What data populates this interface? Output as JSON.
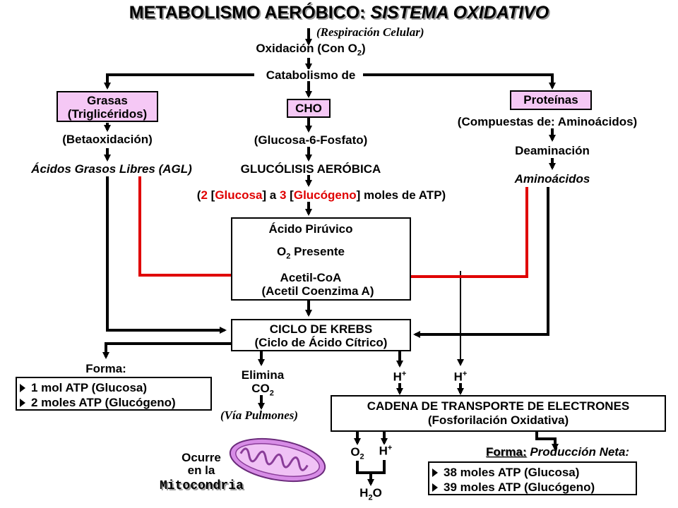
{
  "title_main": "METABOLISMO AERÓBICO: ",
  "title_italic": "SISTEMA OXIDATIVO",
  "respiracion": "(Respiración Celular)",
  "oxidacion_prefix": "Oxidación (Con O",
  "oxidacion_sub": "2",
  "oxidacion_suffix": ")",
  "catabolismo": "Catabolismo de",
  "grasas": {
    "box_line1": "Grasas",
    "box_line2": "(Triglicéridos)",
    "process": "(Betaoxidación)",
    "product": "Ácidos Grasos Libres (AGL)"
  },
  "cho": {
    "box": "CHO",
    "intermediate": "(Glucosa-6-Fosfato)",
    "process": "GLUCÓLISIS AERÓBICA",
    "atp_open": "(",
    "atp_n1": "2",
    "atp_sp1": " [",
    "atp_glucosa": "Glucosa",
    "atp_mid": "] a ",
    "atp_n2": "3",
    "atp_sp2": " [",
    "atp_glucogeno": "Glucógeno",
    "atp_close": "] moles de ATP)"
  },
  "proteinas": {
    "box": "Proteínas",
    "composition": "(Compuestas de: Aminoácidos)",
    "process": "Deaminación",
    "product": "Aminoácidos"
  },
  "piruvico_box": {
    "line1": "Ácido Pirúvico",
    "o2_prefix": "O",
    "o2_sub": "2",
    "o2_suffix": " Presente",
    "acetil": "Acetil-CoA",
    "acetil_full": "(Acetil Coenzima A)"
  },
  "krebs": {
    "line1": "CICLO DE KREBS",
    "line2": "(Ciclo de Ácido Cítrico)"
  },
  "forma_left": {
    "label": "Forma:",
    "items": [
      "1 mol ATP (Glucosa)",
      "2 moles ATP (Glucógeno)"
    ]
  },
  "elimina": {
    "line1": "Elimina",
    "co2_prefix": "CO",
    "co2_sub": "2",
    "via": "(Vía Pulmones)"
  },
  "h_label": "H",
  "h_sup": "+",
  "cadena": {
    "line1": "CADENA DE TRANSPORTE DE ELECTRONES",
    "line2": "(Fosforilación Oxidativa)"
  },
  "o2_label": "O",
  "o2_sub": "2",
  "h2o": {
    "h": "H",
    "sub": "2",
    "o": "O"
  },
  "forma_right": {
    "label": "Forma:",
    "label2": " Producción Neta:",
    "items": [
      "38 moles ATP (Glucosa)",
      "39 moles ATP (Glucógeno)"
    ]
  },
  "mitocondria": {
    "line1": "Ocurre",
    "line2": "en la",
    "line3": "Mitocondria"
  },
  "colors": {
    "arrow": "#000000",
    "red_arrow": "#e00000",
    "pink_box": "#f5c8f5",
    "mito": "#d78ce6"
  }
}
